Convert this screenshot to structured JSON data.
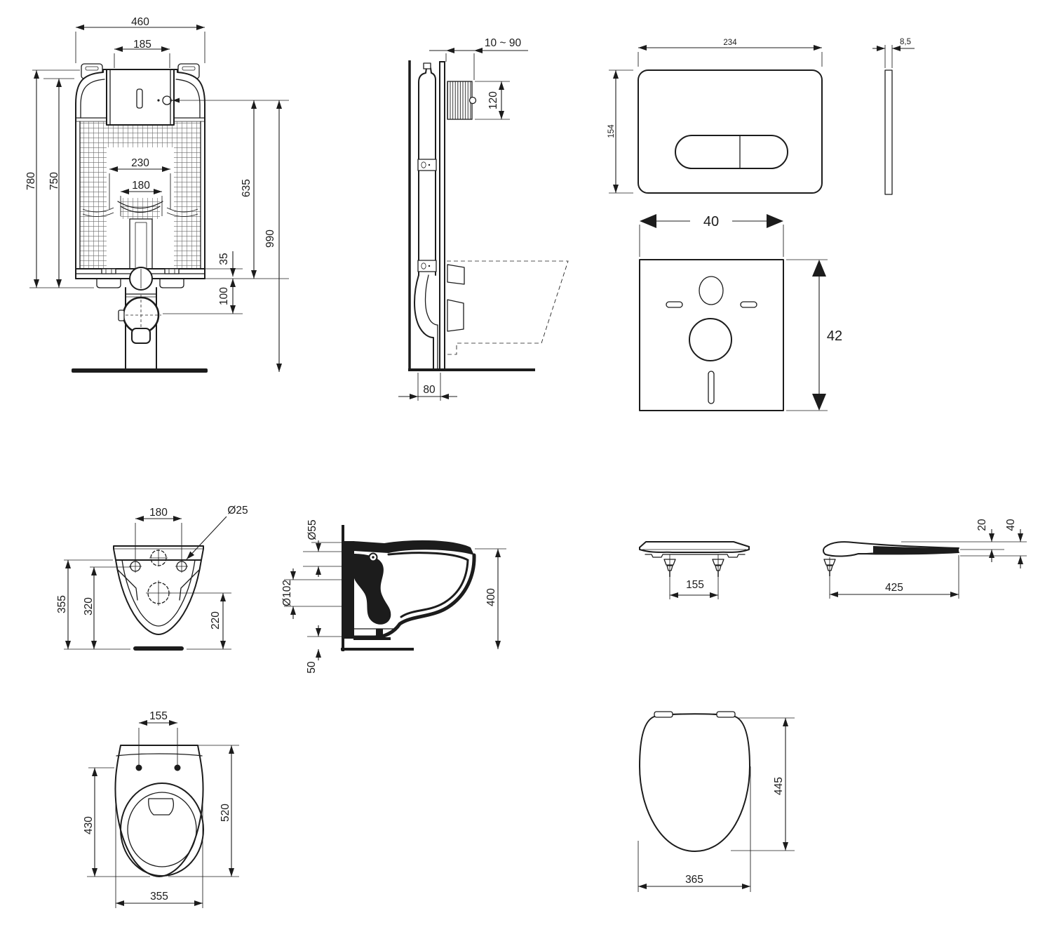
{
  "colors": {
    "line": "#1c1c1c",
    "background": "#ffffff"
  },
  "views": {
    "cistern_front": {
      "title": "in-wall cistern frame front view",
      "dims": {
        "overall_width": "460",
        "tank_top_width": "185",
        "frame_height": "780",
        "inner_height": "750",
        "channel_width": "230",
        "pipe_width": "180",
        "bend_height": "635",
        "overall_height": "990",
        "offset_small": "35",
        "outlet_offset": "100"
      }
    },
    "frame_side": {
      "title": "frame side view",
      "dims": {
        "adjust_range": "10 ~ 90",
        "recess_height": "120",
        "frame_depth": "80"
      }
    },
    "plate_front": {
      "title": "flush plate front view",
      "dims": {
        "width": "234",
        "height": "154"
      }
    },
    "plate_side": {
      "title": "flush plate side view",
      "dims": {
        "thickness": "8,5"
      }
    },
    "sound_mat": {
      "title": "sound insulation mat",
      "dims": {
        "width": "40",
        "height": "42"
      }
    },
    "bowl_front": {
      "title": "wall-hung bowl rear view",
      "dims": {
        "hole_spacing": "180",
        "hole_dia": "Ø25",
        "rim_height": "355",
        "inner_height": "320",
        "outlet_height": "220"
      }
    },
    "bowl_side": {
      "title": "wall-hung bowl side view",
      "dims": {
        "inlet_dia": "Ø55",
        "outlet_dia": "Ø102",
        "projection": "400",
        "clearance": "50"
      }
    },
    "seat_front": {
      "title": "seat front view",
      "dims": {
        "hinge_spacing": "155"
      }
    },
    "seat_side": {
      "title": "seat side view",
      "dims": {
        "length": "425",
        "front_height": "20",
        "total_height": "40"
      }
    },
    "bowl_top": {
      "title": "bowl top view",
      "dims": {
        "hole_spacing": "155",
        "bowl_length": "430",
        "total_length": "520",
        "width": "355"
      }
    },
    "seat_top": {
      "title": "seat top view",
      "dims": {
        "length": "445",
        "width": "365"
      }
    }
  }
}
